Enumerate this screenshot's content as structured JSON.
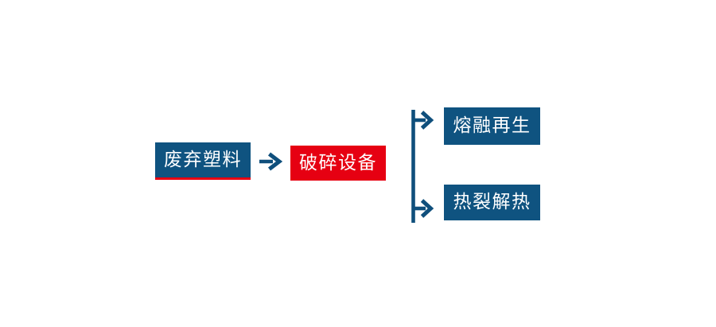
{
  "diagram": {
    "type": "flowchart",
    "nodes": {
      "source": {
        "label": "废弃塑料"
      },
      "process": {
        "label": "破碎设备"
      },
      "branch_top": {
        "label": "熔融再生"
      },
      "branch_bottom": {
        "label": "热裂解热"
      }
    },
    "connections": [
      {
        "from": "source",
        "to": "process",
        "style": "arrow-right"
      },
      {
        "from": "process",
        "to": "branch_top",
        "style": "branch-arrow"
      },
      {
        "from": "process",
        "to": "branch_bottom",
        "style": "branch-arrow"
      }
    ],
    "icons": {
      "arrow_right": "→"
    },
    "colors": {
      "node_blue": "#0f5380",
      "node_red": "#e60012",
      "arrow_blue": "#0f4f7c",
      "label_text": "#ffffff",
      "background": "#ffffff"
    }
  }
}
